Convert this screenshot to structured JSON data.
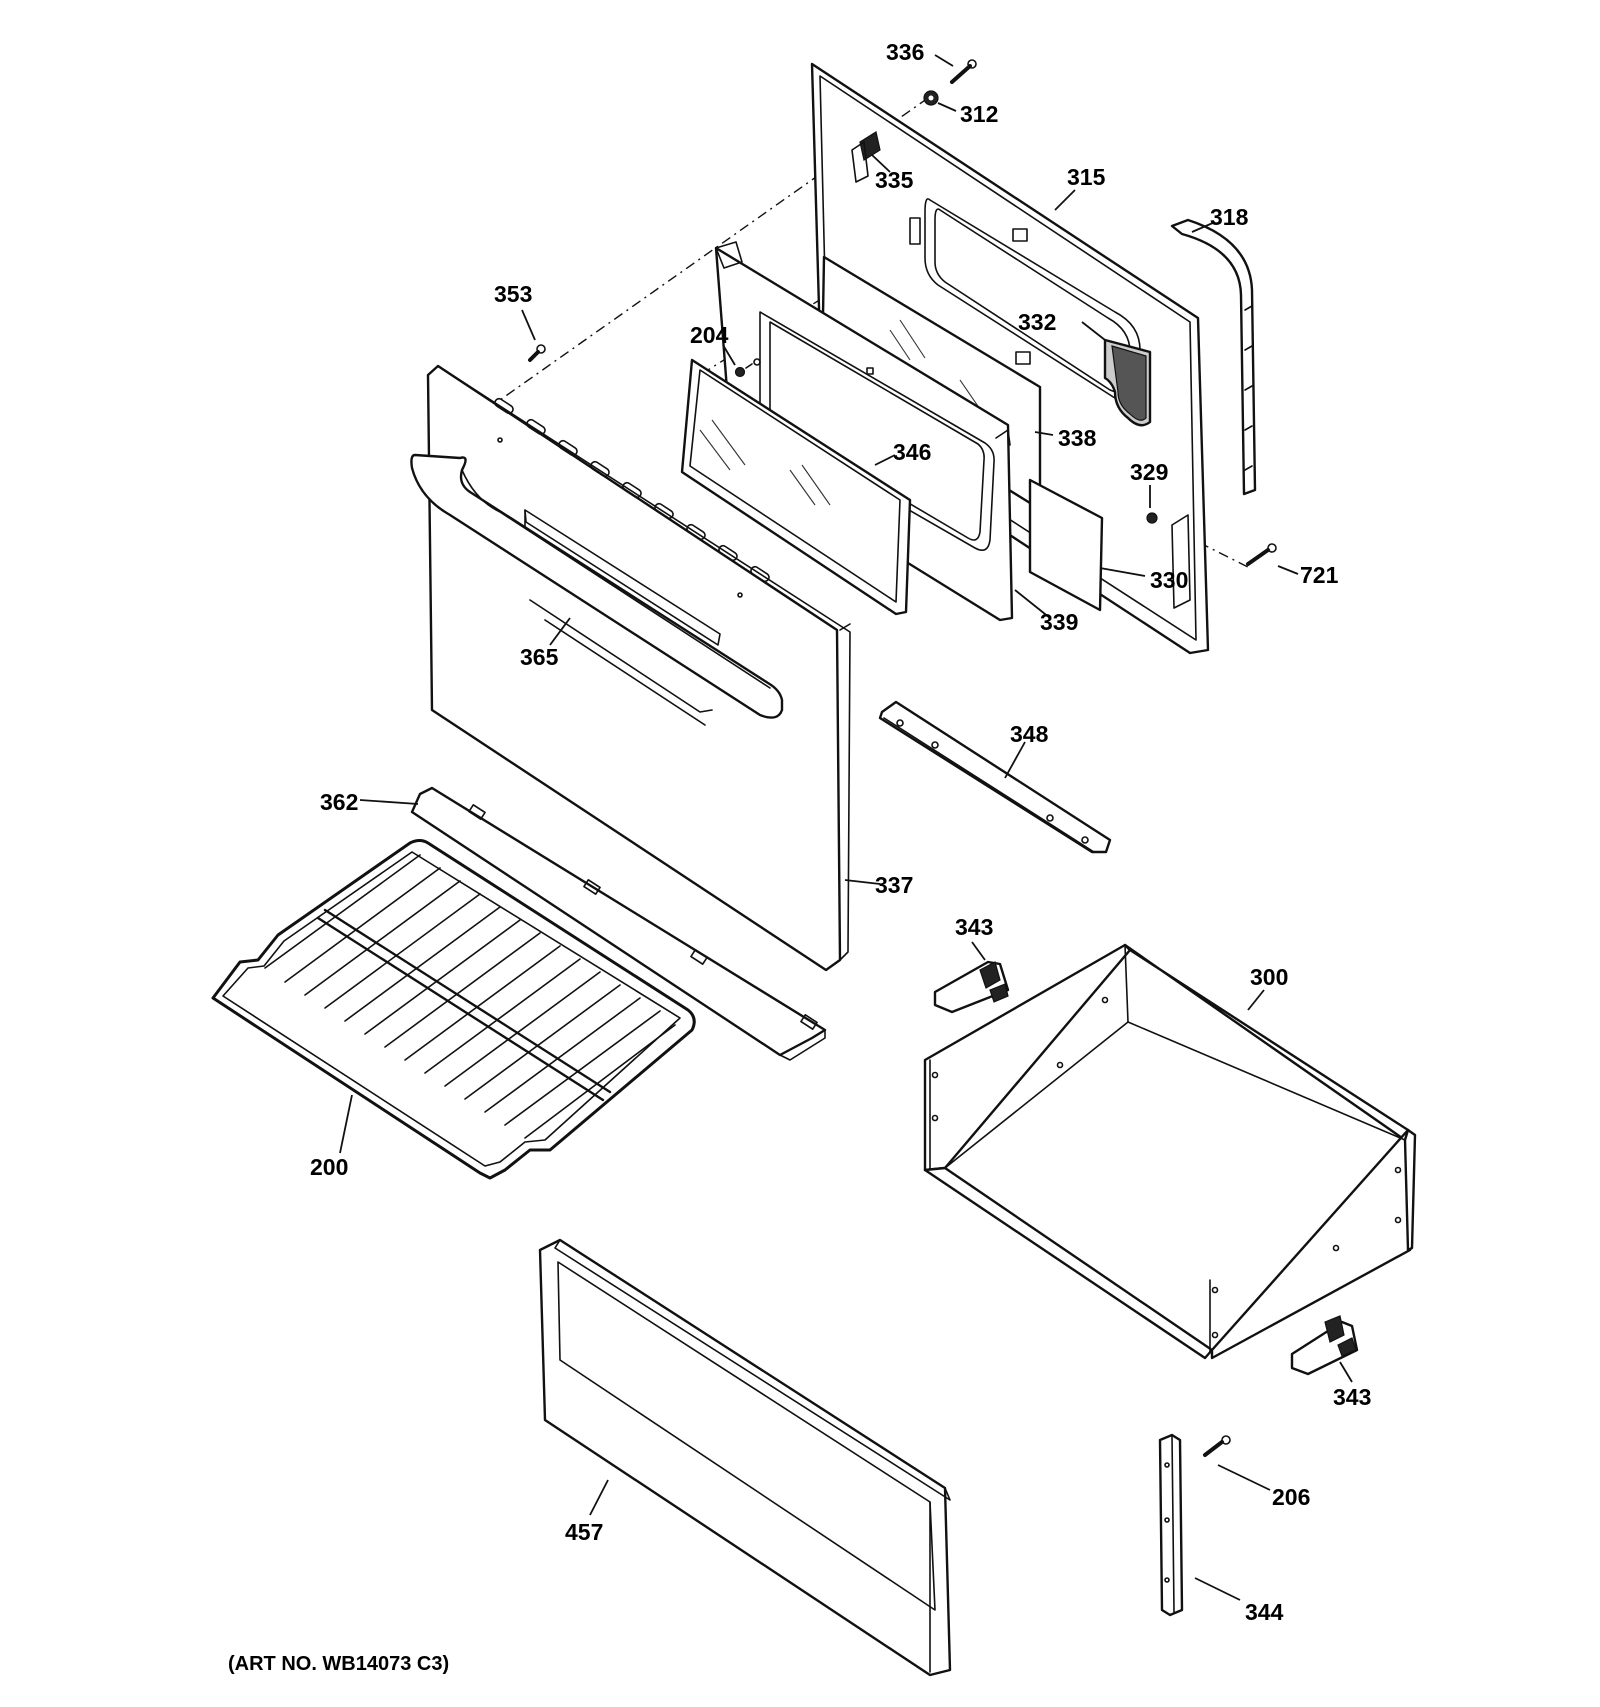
{
  "art_number": "(ART NO. WB14073 C3)",
  "labels": {
    "p336": "336",
    "p312": "312",
    "p335": "335",
    "p315": "315",
    "p318": "318",
    "p353": "353",
    "p204": "204",
    "p332": "332",
    "p346": "346",
    "p338": "338",
    "p329": "329",
    "p721": "721",
    "p330": "330",
    "p339": "339",
    "p365": "365",
    "p348": "348",
    "p362": "362",
    "p337": "337",
    "p343a": "343",
    "p300": "300",
    "p200": "200",
    "p343b": "343",
    "p206": "206",
    "p457": "457",
    "p344": "344"
  }
}
